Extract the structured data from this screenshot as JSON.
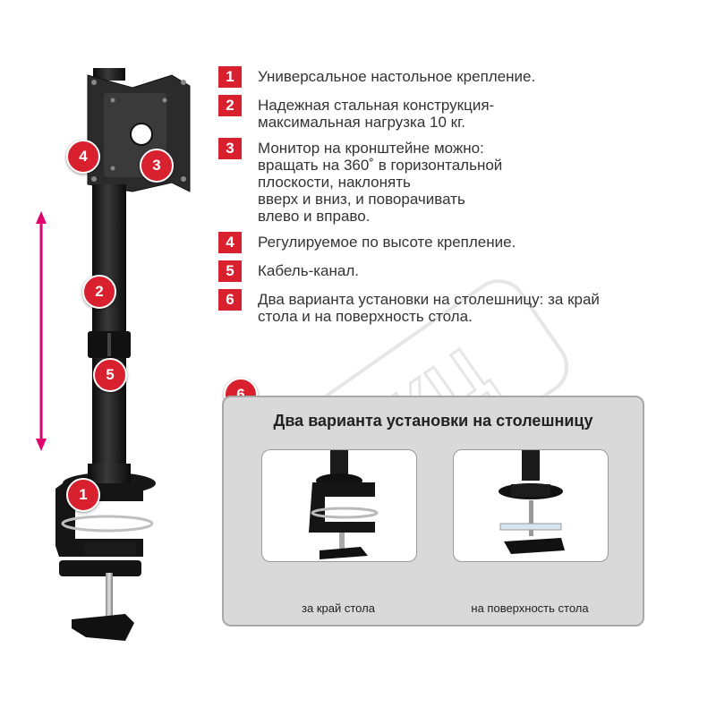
{
  "features": [
    {
      "num": "1",
      "text": "Универсальное настольное крепление."
    },
    {
      "num": "2",
      "text": "Надежная стальная конструкция-\nмаксимальная нагрузка 10 кг."
    },
    {
      "num": "3",
      "text": "Монитор на кронштейне можно:\nвращать на 360˚ в горизонтальной\nплоскости, наклонять\nвверх и вниз, и поворачивать\nвлево и вправо."
    },
    {
      "num": "4",
      "text": "Регулируемое по высоте крепление."
    },
    {
      "num": "5",
      "text": "Кабель-канал."
    },
    {
      "num": "6",
      "text": "Два варианта установки на столешницу: за край\nстола и на поверхность стола."
    }
  ],
  "badges": [
    "1",
    "2",
    "3",
    "4",
    "5",
    "6"
  ],
  "panel": {
    "title": "Два варианта установки на столешницу",
    "caption_edge": "за край стола",
    "caption_surface": "на поверхность стола"
  },
  "watermark": "КЦ",
  "colors": {
    "accent": "#d9202e",
    "arrow": "#e0006e",
    "metal": "#1e1e1e",
    "panel": "#d9d9d9"
  }
}
